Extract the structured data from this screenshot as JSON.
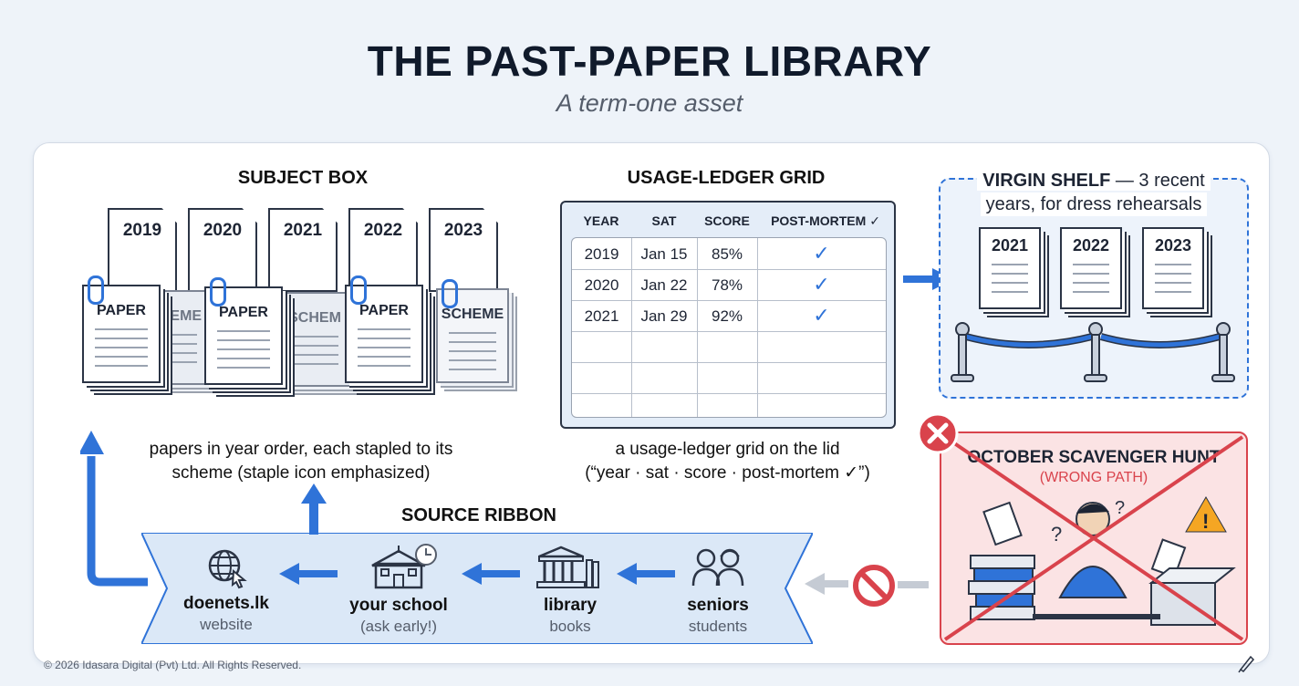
{
  "title": "THE PAST-PAPER LIBRARY",
  "subtitle": "A term-one asset",
  "subject_box": {
    "heading": "SUBJECT BOX",
    "years": [
      "2019",
      "2020",
      "2021",
      "2022",
      "2023"
    ],
    "paper_label": "PAPER",
    "scheme_label": "SCHEME",
    "scheme_label_partial_1": "HEME",
    "scheme_label_partial_2": "SCHEM",
    "caption_line1": "papers in year order, each stapled to its",
    "caption_line2": "scheme (staple icon emphasized)"
  },
  "ledger": {
    "heading": "USAGE-LEDGER GRID",
    "columns": [
      "YEAR",
      "SAT",
      "SCORE",
      "POST-MORTEM ✓"
    ],
    "rows": [
      {
        "year": "2019",
        "sat": "Jan 15",
        "score": "85%",
        "pm": "✓"
      },
      {
        "year": "2020",
        "sat": "Jan 22",
        "score": "78%",
        "pm": "✓"
      },
      {
        "year": "2021",
        "sat": "Jan 29",
        "score": "92%",
        "pm": "✓"
      }
    ],
    "caption_line1": "a usage-ledger grid on the lid",
    "caption_line2": "(“year · sat · score · post-mortem ✓”)"
  },
  "virgin_shelf": {
    "heading_bold": "VIRGIN SHELF",
    "heading_rest": " — 3 recent",
    "heading_line2": "years, for dress rehearsals",
    "years": [
      "2021",
      "2022",
      "2023"
    ]
  },
  "wrong_path": {
    "title": "OCTOBER SCAVENGER HUNT",
    "subtitle": "(WRONG PATH)"
  },
  "source_ribbon": {
    "heading": "SOURCE RIBBON",
    "items": [
      {
        "label": "doenets.lk",
        "sub": "website"
      },
      {
        "label": "your school",
        "sub": "(ask early!)"
      },
      {
        "label": "library",
        "sub": "books"
      },
      {
        "label": "seniors",
        "sub": "students"
      }
    ]
  },
  "copyright": "© 2026 Idasara Digital (Pvt) Ltd. All Rights Reserved.",
  "colors": {
    "accent": "#2f73d8",
    "danger": "#d9434c",
    "ink": "#2b3445"
  }
}
